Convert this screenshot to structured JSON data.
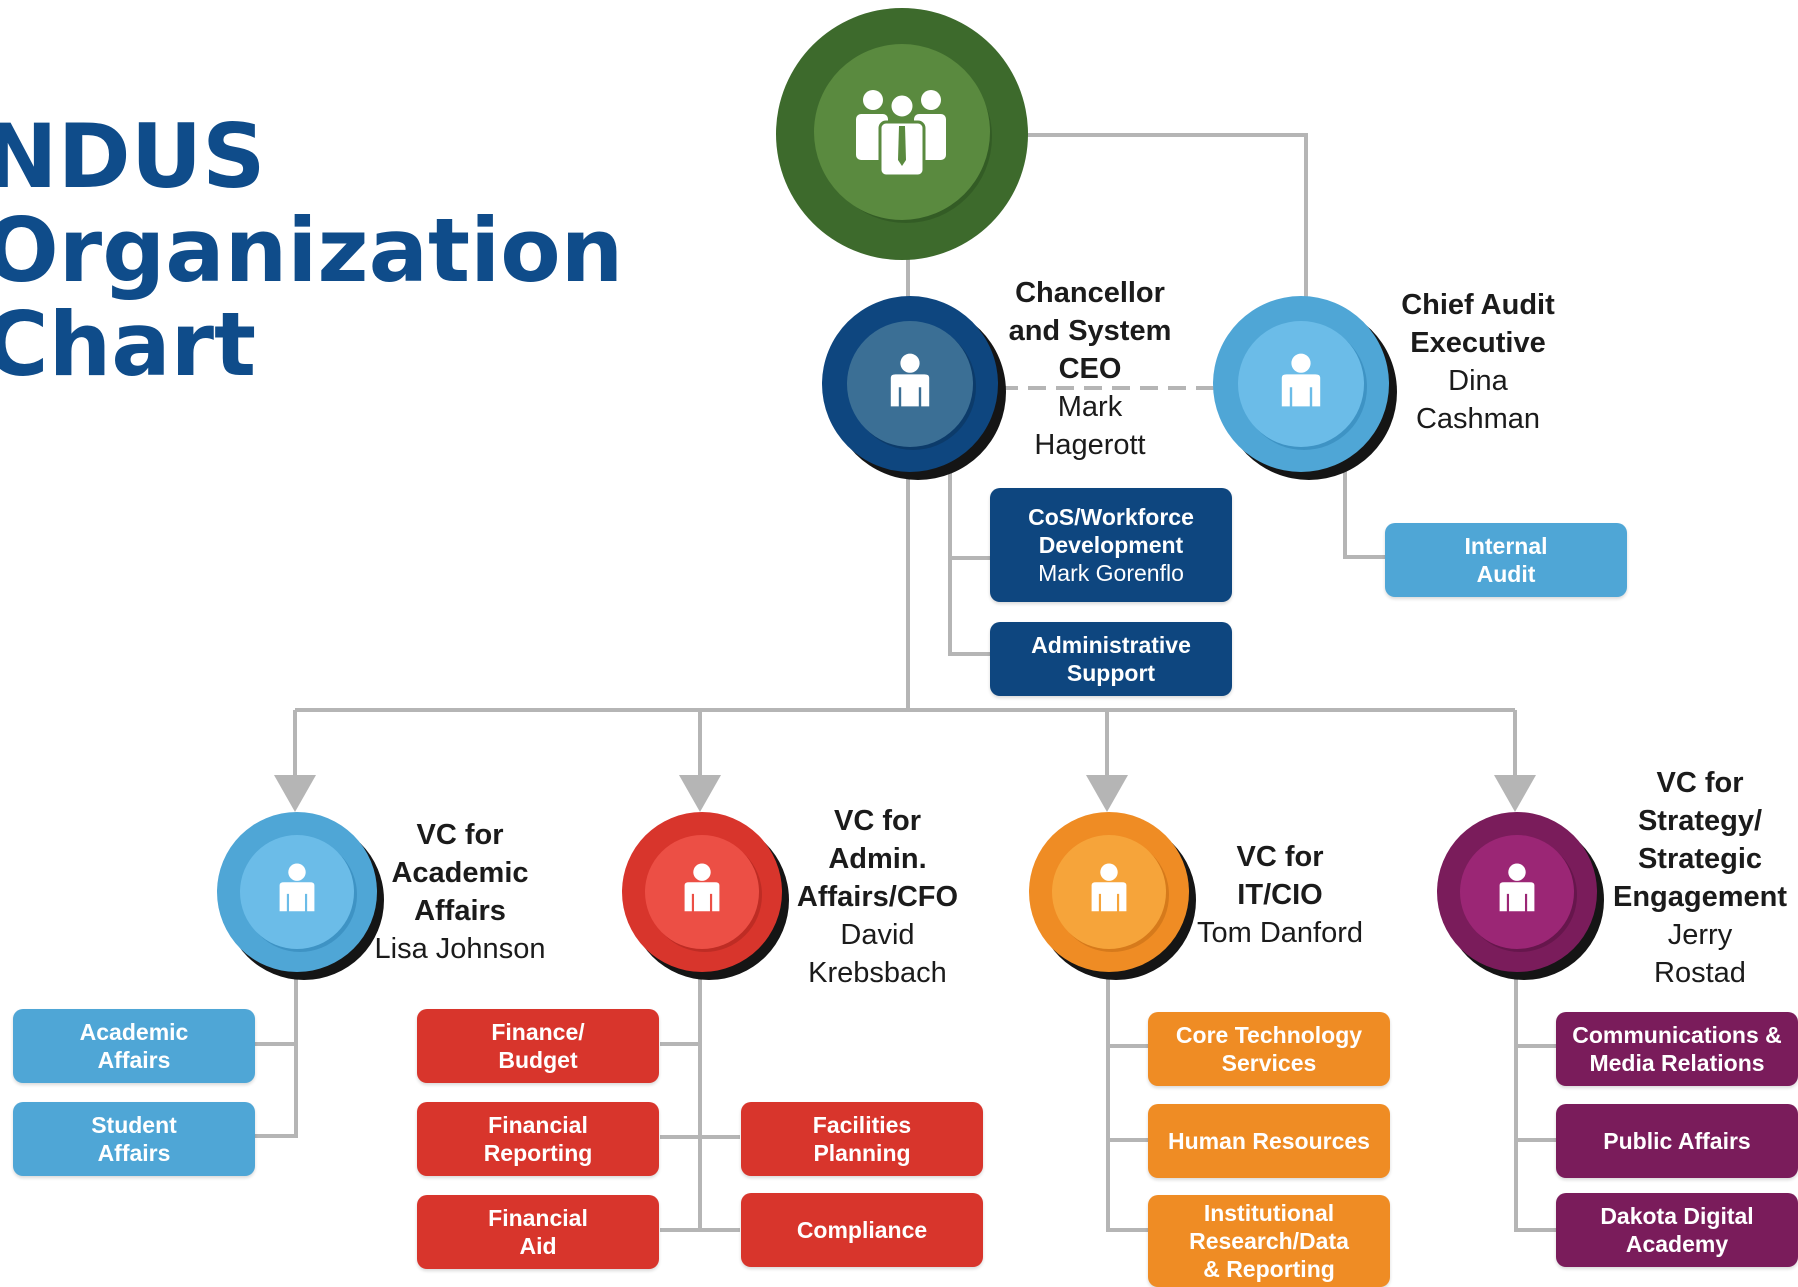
{
  "title": "NDUS\nOrganization\nChart",
  "colors": {
    "green": "#5a8a3f",
    "dark_blue": "#0e467f",
    "light_blue": "#4fa6d6",
    "red": "#d8352c",
    "orange": "#ef8c24",
    "purple": "#7a1c5b",
    "connector": "#b5b5b5"
  },
  "icons": {
    "board": "group-of-people-icon",
    "person": "person-icon"
  },
  "nodes": {
    "chancellor": {
      "role": "Chancellor\nand System\nCEO",
      "name": "Mark\nHagerott"
    },
    "audit": {
      "role": "Chief Audit\nExecutive",
      "name": "Dina\nCashman"
    },
    "vc_academic": {
      "role": "VC for\nAcademic\nAffairs",
      "name": "Lisa Johnson"
    },
    "vc_admin": {
      "role": "VC for\nAdmin.\nAffairs/CFO",
      "name": "David\nKrebsbach"
    },
    "vc_it": {
      "role": "VC for\nIT/CIO",
      "name": "Tom Danford"
    },
    "vc_strategy": {
      "role": "VC for\nStrategy/\nStrategic\nEngagement",
      "name": "Jerry\nRostad"
    }
  },
  "boxes": {
    "cos": {
      "title": "CoS/Workforce\nDevelopment",
      "name": "Mark Gorenflo"
    },
    "admin_support": {
      "title": "Administrative\nSupport"
    },
    "internal_audit": {
      "title": "Internal\nAudit"
    },
    "academic_affairs": {
      "title": "Academic\nAffairs"
    },
    "student_affairs": {
      "title": "Student\nAffairs"
    },
    "finance_budget": {
      "title": "Finance/\nBudget"
    },
    "financial_reporting": {
      "title": "Financial\nReporting"
    },
    "financial_aid": {
      "title": "Financial\nAid"
    },
    "facilities": {
      "title": "Facilities\nPlanning"
    },
    "compliance": {
      "title": "Compliance"
    },
    "core_tech": {
      "title": "Core Technology\nServices"
    },
    "hr": {
      "title": "Human Resources"
    },
    "ir": {
      "title": "Institutional\nResearch/Data\n& Reporting"
    },
    "comms": {
      "title": "Communications &\nMedia Relations"
    },
    "public_affairs": {
      "title": "Public Affairs"
    },
    "dda": {
      "title": "Dakota Digital\nAcademy"
    }
  }
}
